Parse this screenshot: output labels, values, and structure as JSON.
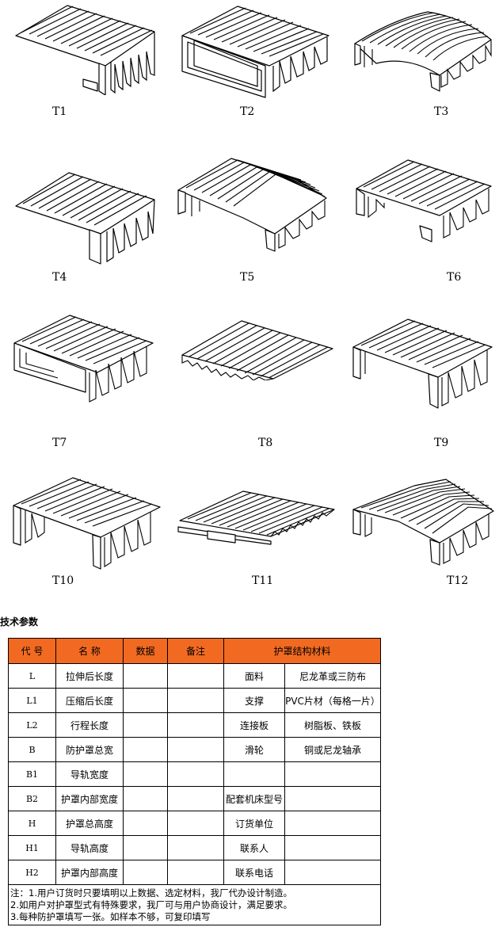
{
  "figures": [
    {
      "label": "T1"
    },
    {
      "label": "T2"
    },
    {
      "label": "T3"
    },
    {
      "label": "T4"
    },
    {
      "label": "T5"
    },
    {
      "label": "T6"
    },
    {
      "label": "T7"
    },
    {
      "label": "T8"
    },
    {
      "label": "T9"
    },
    {
      "label": "T10"
    },
    {
      "label": "T11"
    },
    {
      "label": "T12"
    }
  ],
  "section_title": "技术参数",
  "table": {
    "headers": [
      "代 号",
      "名 称",
      "数据",
      "备注",
      "护罩结构材料"
    ],
    "rows": [
      {
        "code": "L",
        "name": "拉伸后长度",
        "data": "",
        "note": "",
        "mat": "面料",
        "matval": "尼龙革或三防布"
      },
      {
        "code": "L1",
        "name": "压缩后长度",
        "data": "",
        "note": "",
        "mat": "支撑",
        "matval": "PVC片材（每格一片）"
      },
      {
        "code": "L2",
        "name": "行程长度",
        "data": "",
        "note": "",
        "mat": "连接板",
        "matval": "树脂板、铁板"
      },
      {
        "code": "B",
        "name": "防护罩总宽",
        "data": "",
        "note": "",
        "mat": "滑轮",
        "matval": "铜或尼龙轴承"
      },
      {
        "code": "B1",
        "name": "导轨宽度",
        "data": "",
        "note": "",
        "mat": "",
        "matval": ""
      },
      {
        "code": "B2",
        "name": "护罩内部宽度",
        "data": "",
        "note": "",
        "mat": "配套机床型号",
        "matval": ""
      },
      {
        "code": "H",
        "name": "护罩总高度",
        "data": "",
        "note": "",
        "mat": "订货单位",
        "matval": ""
      },
      {
        "code": "H1",
        "name": "导轨高度",
        "data": "",
        "note": "",
        "mat": "联系人",
        "matval": ""
      },
      {
        "code": "H2",
        "name": "护罩内部高度",
        "data": "",
        "note": "",
        "mat": "联系电话",
        "matval": ""
      }
    ],
    "notes": [
      "注：1.用户订货时只要填明以上数据、选定材料，我厂代办设计制造。",
      "2.如用户对护罩型式有特殊要求，我厂可与用户协商设计，满足要求。",
      "3.每种防护罩填写一张。如样本不够，可复印填写"
    ]
  }
}
